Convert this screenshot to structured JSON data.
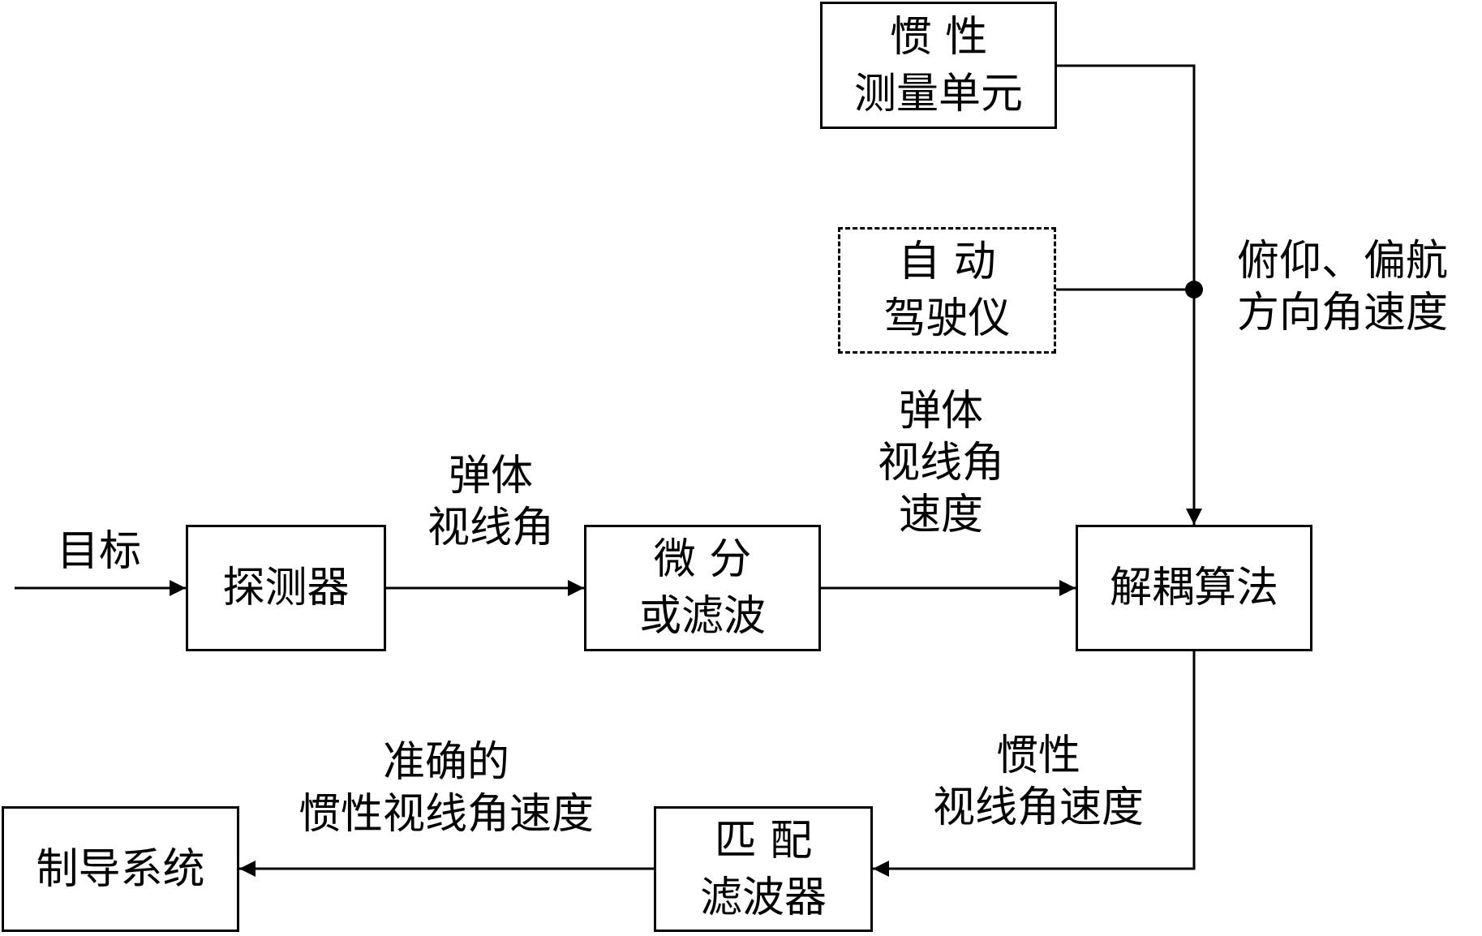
{
  "blocks": {
    "imu": {
      "lines": [
        "惯 性",
        "测量单元"
      ]
    },
    "autopilot": {
      "lines": [
        "自 动",
        "驾驶仪"
      ]
    },
    "detector": {
      "lines": [
        "探测器"
      ]
    },
    "differentiator": {
      "lines": [
        "微 分",
        "或滤波"
      ]
    },
    "decoupling": {
      "lines": [
        "解耦算法"
      ]
    },
    "matched_filter": {
      "lines": [
        "匹 配",
        "滤波器"
      ]
    },
    "guidance": {
      "lines": [
        "制导系统"
      ]
    }
  },
  "labels": {
    "target": {
      "lines": [
        "目标"
      ]
    },
    "body_los_angle": {
      "lines": [
        "弹体",
        "视线角"
      ]
    },
    "body_los_rate": {
      "lines": [
        "弹体",
        "视线角",
        "速度"
      ]
    },
    "pitch_yaw_rate": {
      "lines": [
        "俯仰、偏航",
        "方向角速度"
      ]
    },
    "inertial_los_rate": {
      "lines": [
        "惯性",
        "视线角速度"
      ]
    },
    "accurate_inertial_los_rate": {
      "lines": [
        "准确的",
        "惯性视线角速度"
      ]
    }
  }
}
